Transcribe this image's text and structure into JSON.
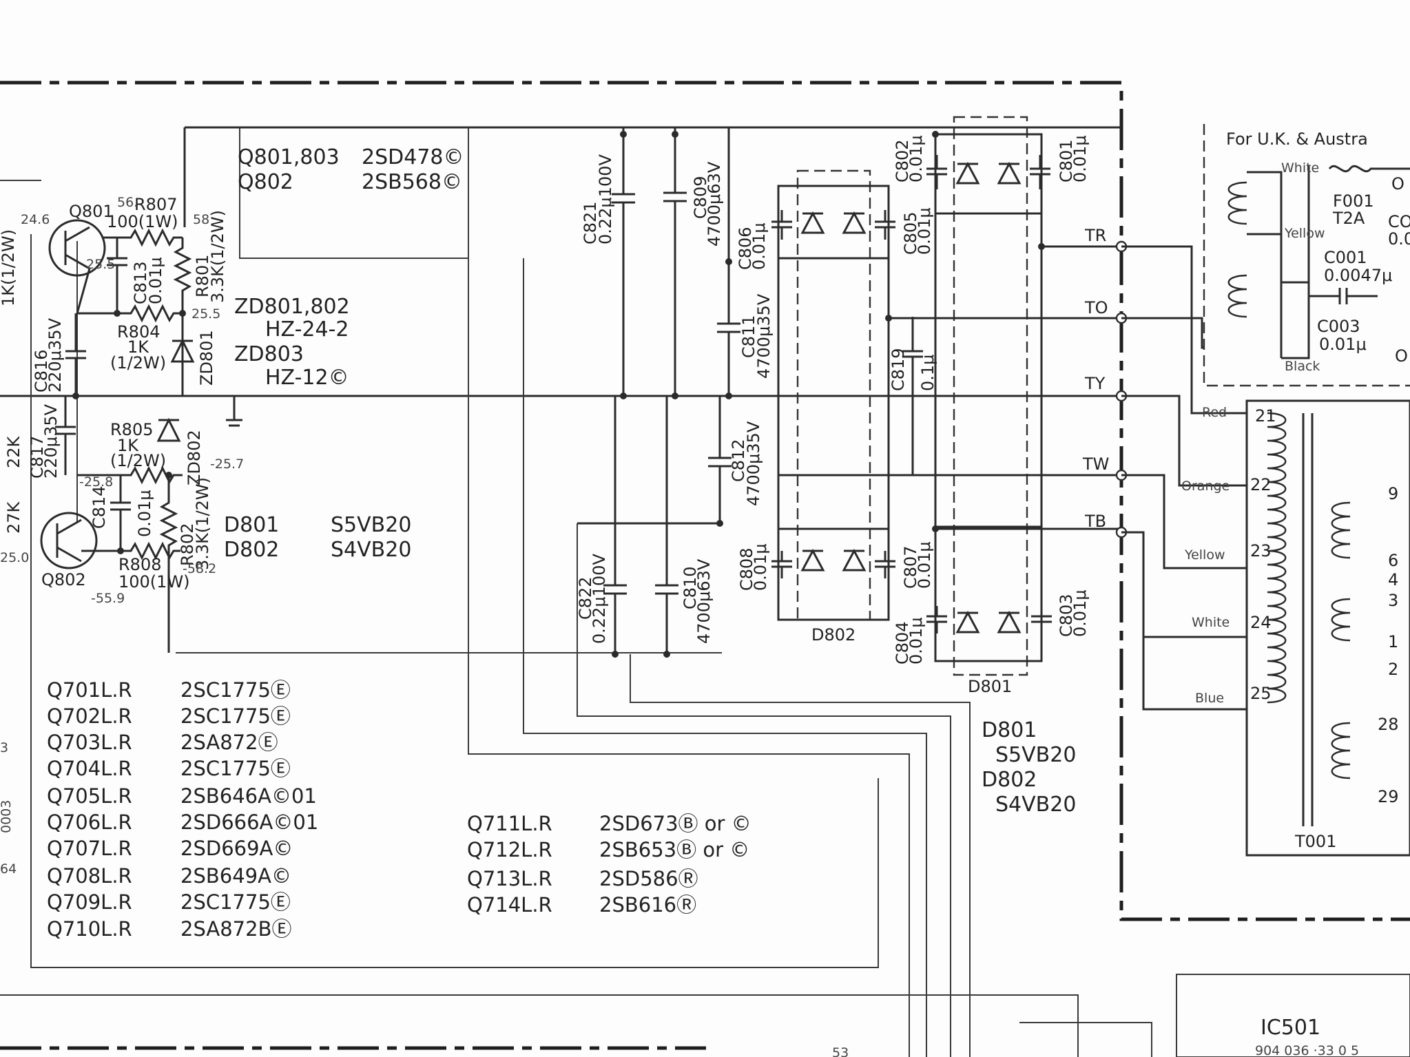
{
  "transistor_groups": [
    {
      "parts": "Q801,803",
      "type": "2SD478©"
    },
    {
      "parts": "Q802",
      "type": "2SB568©"
    }
  ],
  "zener_groups": [
    {
      "parts": "ZD801,802",
      "type": "HZ-24-2"
    },
    {
      "parts": "ZD803",
      "type": "HZ-12©"
    }
  ],
  "diode_groups": [
    {
      "parts": "D801",
      "type": "S5VB20"
    },
    {
      "parts": "D802",
      "type": "S4VB20"
    }
  ],
  "diode_groups_lower": [
    {
      "parts": "D801",
      "type": "S5VB20"
    },
    {
      "parts": "D802",
      "type": "S4VB20"
    }
  ],
  "transistor_table_left": [
    {
      "ref": "Q701L.R",
      "type": "2SC1775Ⓔ"
    },
    {
      "ref": "Q702L.R",
      "type": "2SC1775Ⓔ"
    },
    {
      "ref": "Q703L.R",
      "type": "2SA872Ⓔ"
    },
    {
      "ref": "Q704L.R",
      "type": "2SC1775Ⓔ"
    },
    {
      "ref": "Q705L.R",
      "type": "2SB646A©01"
    },
    {
      "ref": "Q706L.R",
      "type": "2SD666A©01"
    },
    {
      "ref": "Q707L.R",
      "type": "2SD669A©"
    },
    {
      "ref": "Q708L.R",
      "type": "2SB649A©"
    },
    {
      "ref": "Q709L.R",
      "type": "2SC1775Ⓔ"
    },
    {
      "ref": "Q710L.R",
      "type": "2SA872BⒺ"
    }
  ],
  "transistor_table_right": [
    {
      "ref": "Q711L.R",
      "type": "2SD673Ⓑ or ©"
    },
    {
      "ref": "Q712L.R",
      "type": "2SB653Ⓑ or ©"
    },
    {
      "ref": "Q713L.R",
      "type": "2SD586Ⓡ"
    },
    {
      "ref": "Q714L.R",
      "type": "2SB616Ⓡ"
    }
  ],
  "transistors": {
    "q801": "Q801",
    "q802": "Q802"
  },
  "resistors": {
    "r807": {
      "ref": "R807",
      "value": "100(1W)"
    },
    "r801": {
      "ref": "R801",
      "value": "3.3K(1/2W)"
    },
    "r804": {
      "ref": "R804",
      "value": "1K",
      "power": "(1/2W)"
    },
    "r805": {
      "ref": "R805",
      "value": "1K",
      "power": "(1/2W)"
    },
    "r802": {
      "ref": "R802",
      "value": "3.3K(1/2W)"
    },
    "r808": {
      "ref": "R808",
      "value": "100(1W)"
    },
    "left_edge_a": "1K(1/2W)",
    "left_edge_b": "22K",
    "left_edge_c": "27K"
  },
  "zeners": {
    "zd801": "ZD801",
    "zd802": "ZD802"
  },
  "capacitors": {
    "c813": {
      "ref": "C813",
      "value": "0.01μ"
    },
    "c816": {
      "ref": "C816",
      "value": "220μ35V"
    },
    "c817": {
      "ref": "C817",
      "value": "220μ35V"
    },
    "c814": {
      "ref": "C814",
      "value": "0.01μ"
    },
    "c821": {
      "ref": "C821",
      "value": "0.22μ100V"
    },
    "c809": {
      "ref": "C809",
      "value": "4700μ63V"
    },
    "c806": {
      "ref": "C806",
      "value": "0.01μ"
    },
    "c811": {
      "ref": "C811",
      "value": "4700μ35V"
    },
    "c805": {
      "ref": "C805",
      "value": "0.01μ"
    },
    "c802": {
      "ref": "C802",
      "value": "0.01μ"
    },
    "c801": {
      "ref": "C801",
      "value": "0.01μ"
    },
    "c819": {
      "ref": "C819",
      "value": "0.1μ"
    },
    "c812": {
      "ref": "C812",
      "value": "4700μ35V"
    },
    "c822": {
      "ref": "C822",
      "value": "0.22μ100V"
    },
    "c810": {
      "ref": "C810",
      "value": "4700μ63V"
    },
    "c808": {
      "ref": "C808",
      "value": "0.01μ"
    },
    "c807": {
      "ref": "C807",
      "value": "0.01μ"
    },
    "c804": {
      "ref": "C804",
      "value": "0.01μ"
    },
    "c803": {
      "ref": "C803",
      "value": "0.01μ"
    }
  },
  "voltages": {
    "v1": "24.6",
    "v2": "56.",
    "v3": "58",
    "v4": "25.5",
    "v5": "25.5",
    "v6": "-25.7",
    "v7": "-25.8",
    "v8": "-58.2",
    "v9": "-55.9",
    "v10": "25.0"
  },
  "bridges": {
    "d802_label": "D802",
    "d801_label": "D801"
  },
  "terminals": [
    "TR",
    "TO",
    "TY",
    "TW",
    "TB"
  ],
  "uk_box": {
    "title": "For U.K. & Austra",
    "white": "White",
    "yellow": "Yellow",
    "black": "Black",
    "fuse_ref": "F001",
    "fuse_value": "T2A",
    "c001_ref": "C001",
    "c001_value": "0.0047μ",
    "c003_ref": "C003",
    "c003_value": "0.01μ",
    "cut_1": "O",
    "cut_2": "CO",
    "cut_3": "0.0",
    "cut_4": "O"
  },
  "transformer": {
    "ref": "T001",
    "wires": [
      {
        "color": "Red",
        "pin": "21"
      },
      {
        "color": "Orange",
        "pin": "22"
      },
      {
        "color": "Yellow",
        "pin": "23"
      },
      {
        "color": "White",
        "pin": "24"
      },
      {
        "color": "Blue",
        "pin": "25"
      }
    ],
    "secondary_pins": [
      "9",
      "6",
      "4",
      "3",
      "1",
      "2",
      "28",
      "29"
    ]
  },
  "ic": {
    "ref": "IC501",
    "part_partial": "904 036 ·33 0 5"
  },
  "edge_fragments": {
    "left_1": "3",
    "left_2": "0003",
    "left_3": "64",
    "bottom_mid": "53"
  }
}
